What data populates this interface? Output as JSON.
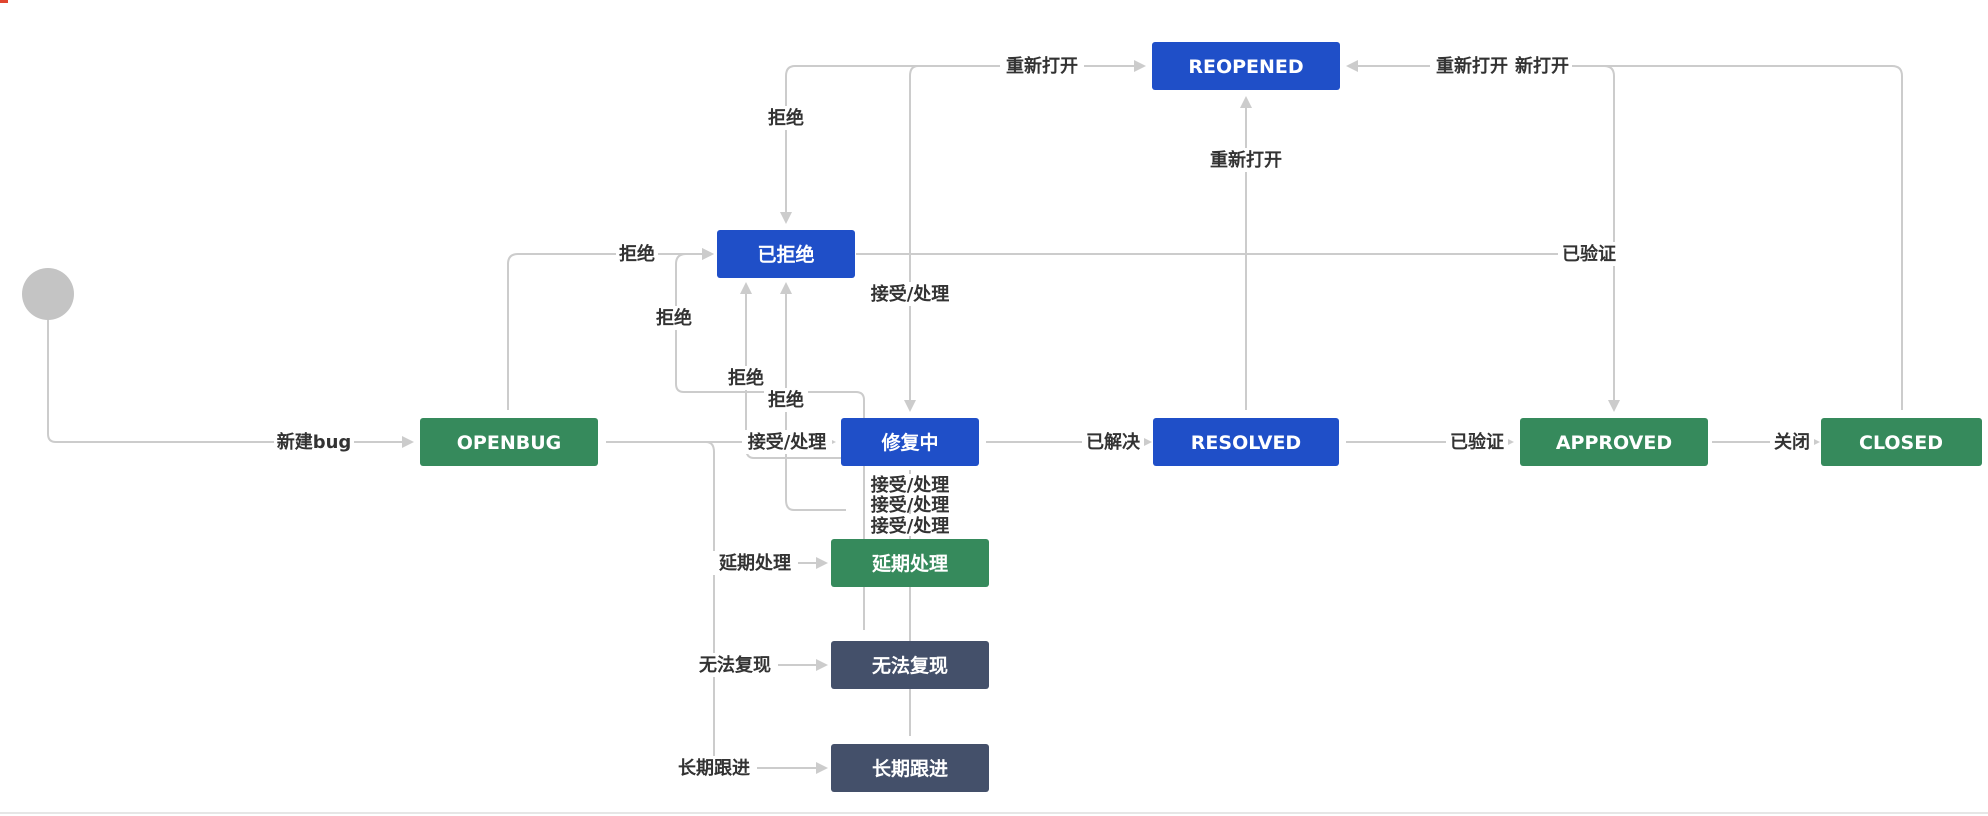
{
  "colors": {
    "blue_status": "#1f4fc8",
    "green_status": "#368a5c",
    "gray_status": "#44506a",
    "edge": "#cccccc",
    "start": "#c4c4c4",
    "label_text": "#333333"
  },
  "statuses": {
    "openbug": {
      "label": "OPENBUG",
      "color": "green"
    },
    "rejected": {
      "label": "已拒绝",
      "color": "blue"
    },
    "reopened": {
      "label": "REOPENED",
      "color": "blue"
    },
    "fixing": {
      "label": "修复中",
      "color": "blue"
    },
    "resolved": {
      "label": "RESOLVED",
      "color": "blue"
    },
    "approved": {
      "label": "APPROVED",
      "color": "green"
    },
    "closed": {
      "label": "CLOSED",
      "color": "green"
    },
    "deferred": {
      "label": "延期处理",
      "color": "green"
    },
    "cannot_reproduce": {
      "label": "无法复现",
      "color": "gray"
    },
    "long_term": {
      "label": "长期跟进",
      "color": "gray"
    }
  },
  "transitions": {
    "new_bug": "新建bug",
    "reject_from_open": "拒绝",
    "reject_from_reopened": "拒绝",
    "reject_from_fixing": "拒绝",
    "reject_from_deferred": "拒绝",
    "reject_from_cannot_reproduce": "拒绝",
    "reopen_from_rejected": "重新打开",
    "reopen_from_resolved": "重新打开",
    "reopen_from_approved": "重新打开",
    "reopen_from_closed": "新打开",
    "verified_from_rejected": "已验证",
    "verified_from_resolved": "已验证",
    "accept_from_rejected": "接受/处理",
    "accept_from_open": "接受/处理",
    "accept_from_deferred": "接受/处理",
    "accept_from_cannot_reproduce": "接受/处理",
    "accept_from_long_term": "接受/处理",
    "resolved_from_fixing": "已解决",
    "close_from_approved": "关闭",
    "defer_from_open": "延期处理",
    "cannot_reproduce_from_open": "无法复现",
    "long_term_from_open": "长期跟进"
  }
}
